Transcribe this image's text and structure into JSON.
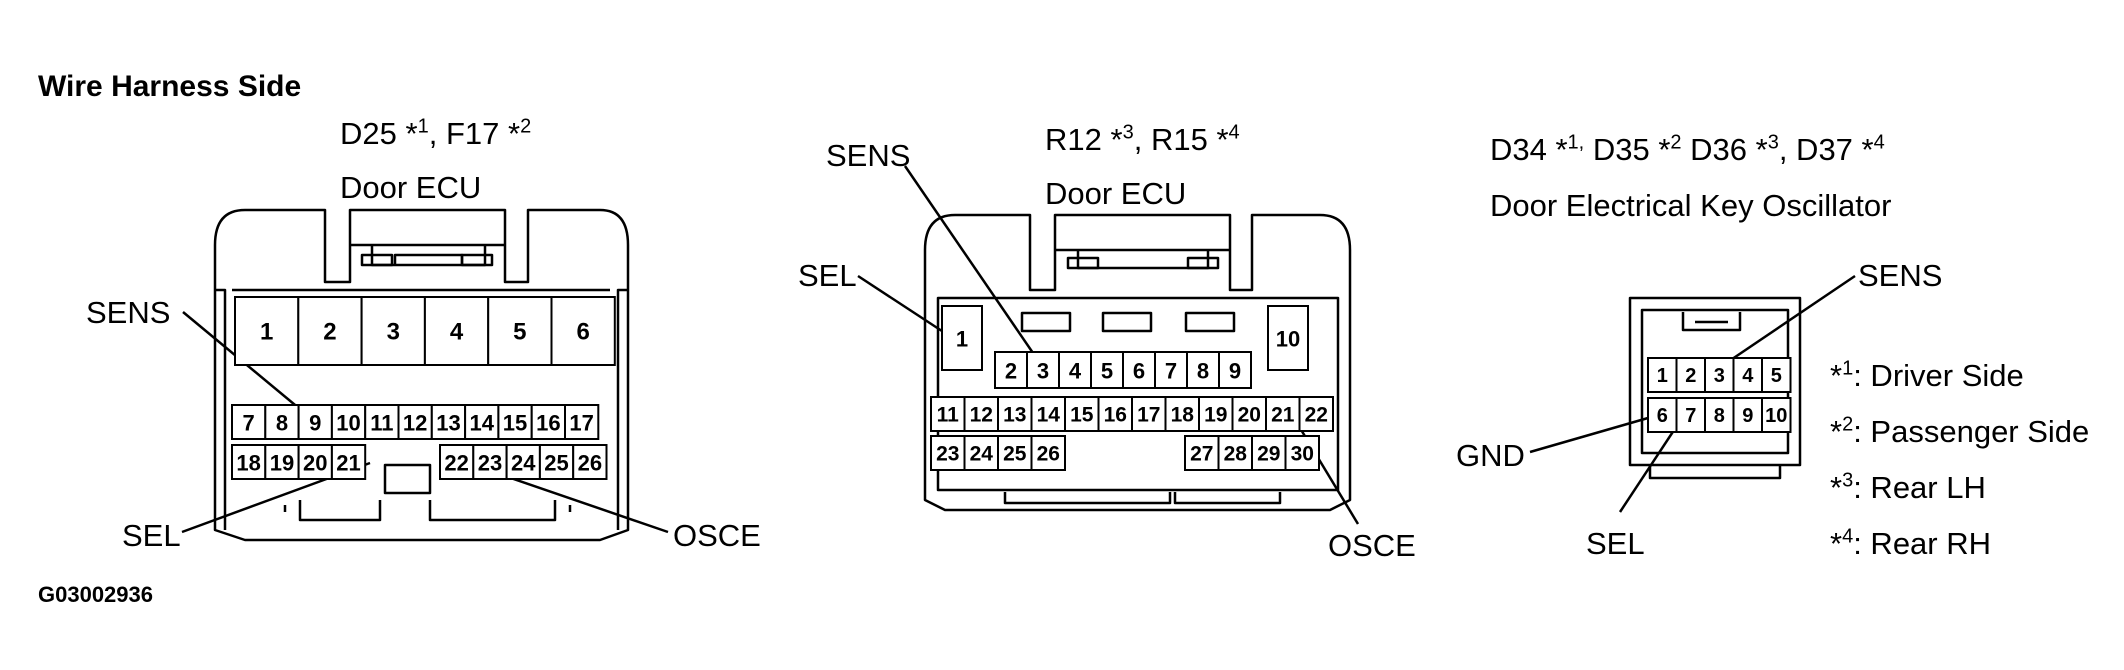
{
  "header": {
    "title": "Wire Harness Side"
  },
  "figure_code": "G03002936",
  "connectors": [
    {
      "code_main": "D25",
      "note1": "*",
      "sup1": "1",
      "sep": ", ",
      "code_b": "F17",
      "note2": "*",
      "sup2": "2",
      "name": "Door ECU",
      "top_pins": [
        "1",
        "2",
        "3",
        "4",
        "5",
        "6"
      ],
      "row2": [
        "7",
        "8",
        "9",
        "10",
        "11",
        "12",
        "13",
        "14",
        "15",
        "16",
        "17"
      ],
      "row3_left": [
        "18",
        "19",
        "20",
        "21"
      ],
      "row3_right": [
        "22",
        "23",
        "24",
        "25",
        "26"
      ],
      "labels": {
        "sens": "SENS",
        "sel": "SEL",
        "osce": "OSCE"
      }
    },
    {
      "code_main": "R12",
      "note1": "*",
      "sup1": "3",
      "sep": ", ",
      "code_b": "R15",
      "note2": "*",
      "sup2": "4",
      "name": "Door ECU",
      "pin_1": "1",
      "pin_10": "10",
      "row1": [
        "2",
        "3",
        "4",
        "5",
        "6",
        "7",
        "8",
        "9"
      ],
      "row2": [
        "11",
        "12",
        "13",
        "14",
        "15",
        "16",
        "17",
        "18",
        "19",
        "20",
        "21",
        "22"
      ],
      "row3_left": [
        "23",
        "24",
        "25",
        "26"
      ],
      "row3_right": [
        "27",
        "28",
        "29",
        "30"
      ],
      "labels": {
        "sens": "SENS",
        "sel": "SEL",
        "osce": "OSCE"
      }
    },
    {
      "title_line": [
        "D34 *",
        "1,",
        " D35 *",
        "2",
        " D36 *",
        "3",
        ", D37 *",
        "4"
      ],
      "name": "Door Electrical Key Oscillator",
      "row1": [
        "1",
        "2",
        "3",
        "4",
        "5"
      ],
      "row2": [
        "6",
        "7",
        "8",
        "9",
        "10"
      ],
      "labels": {
        "sens": "SENS",
        "sel": "SEL",
        "gnd": "GND"
      }
    }
  ],
  "legend": [
    {
      "mark": "*",
      "sup": "1",
      "text": ": Driver Side"
    },
    {
      "mark": "*",
      "sup": "2",
      "text": ": Passenger Side"
    },
    {
      "mark": "*",
      "sup": "3",
      "text": ": Rear LH"
    },
    {
      "mark": "*",
      "sup": "4",
      "text": ": Rear RH"
    }
  ]
}
